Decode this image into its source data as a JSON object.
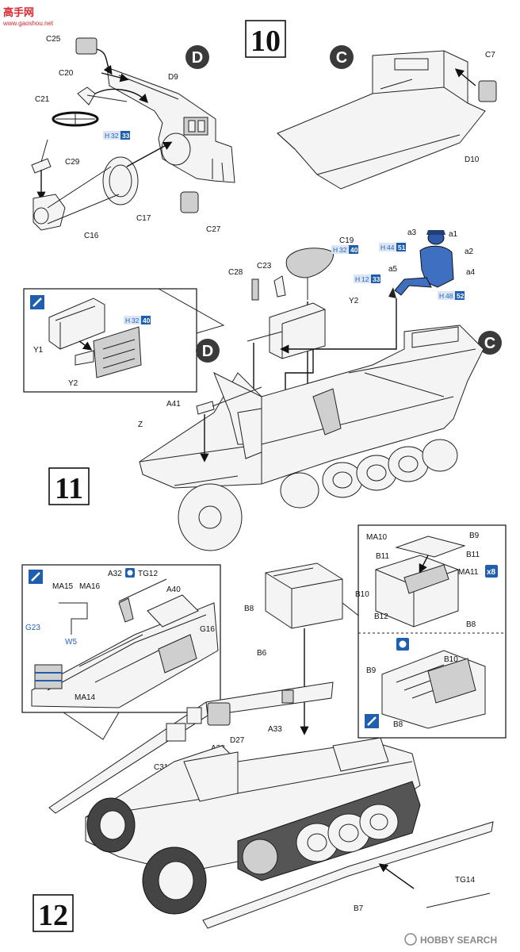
{
  "watermark": {
    "top_left": "高手网",
    "top_left_sub": "www.gaoshou.net",
    "bottom_right": "HOBBY SEARCH"
  },
  "steps": {
    "s10": "10",
    "s11": "11",
    "s12": "12"
  },
  "subassemblies": {
    "c": "C",
    "d": "D"
  },
  "parts": {
    "C25": "C25",
    "C20": "C20",
    "C21": "C21",
    "C29": "C29",
    "C16": "C16",
    "C17": "C17",
    "C27": "C27",
    "D9": "D9",
    "D10": "D10",
    "C7": "C7",
    "C19": "C19",
    "C23": "C23",
    "C28": "C28",
    "Y2a": "Y2",
    "Y1": "Y1",
    "Y2b": "Y2",
    "A41": "A41",
    "Z": "Z",
    "a1": "a1",
    "a2": "a2",
    "a3": "a3",
    "a4": "a4",
    "a5": "a5",
    "MA15": "MA15",
    "MA16": "MA16",
    "A32": "A32",
    "TG12": "TG12",
    "A40": "A40",
    "G23": "G23",
    "W5": "W5",
    "MA14": "MA14",
    "G16": "G16",
    "B8a": "B8",
    "B6": "B6",
    "A33": "A33",
    "D27": "D27",
    "A38": "A38",
    "C31": "C31",
    "B7": "B7",
    "TG14": "TG14",
    "MA10": "MA10",
    "B9a": "B9",
    "B11a": "B11",
    "B11b": "B11",
    "MA11": "MA11",
    "x8": "x8",
    "B10a": "B10",
    "B12": "B12",
    "B8b": "B8",
    "B9b": "B9",
    "B10b": "B10",
    "B8c": "B8"
  },
  "paint_codes": [
    {
      "h": "H",
      "a": "32",
      "b": "33"
    },
    {
      "h": "H",
      "a": "32",
      "b": "40"
    },
    {
      "h": "H",
      "a": "44",
      "b": "51"
    },
    {
      "h": "H",
      "a": "12",
      "b": "33"
    },
    {
      "h": "H",
      "a": "48",
      "b": "52"
    },
    {
      "h": "H",
      "a": "32",
      "b": "40"
    }
  ],
  "colors": {
    "paint_dark": "#1f5fae",
    "paint_light": "#dbe6f5",
    "figure": "#3f6fc0",
    "line": "#222222"
  }
}
